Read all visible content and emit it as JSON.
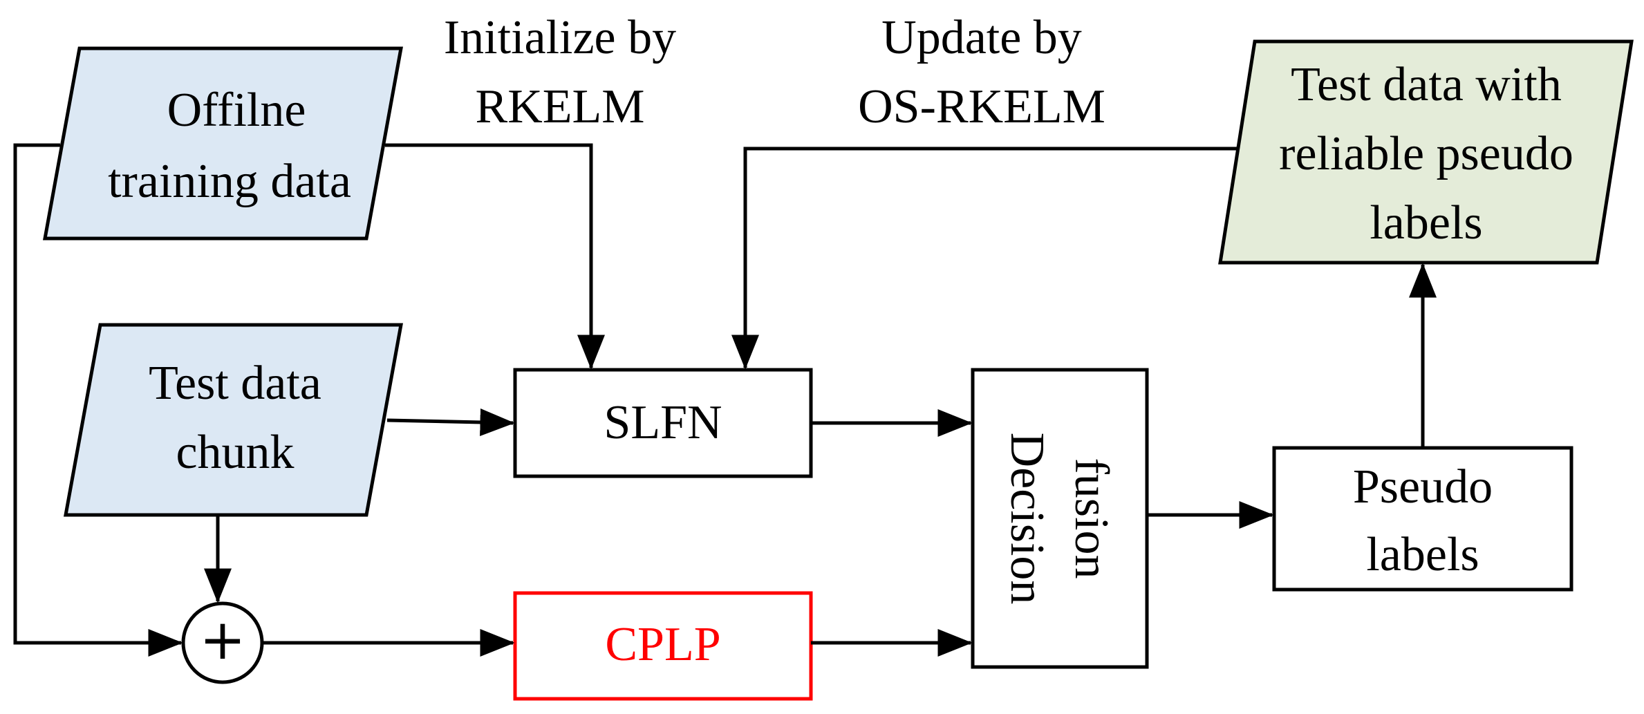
{
  "nodes": {
    "offline_line1": "Offilne",
    "offline_line2": "training data",
    "test_chunk_line1": "Test data",
    "test_chunk_line2": "chunk",
    "reliable_line1": "Test data with",
    "reliable_line2": "reliable pseudo",
    "reliable_line3": "labels",
    "slfn": "SLFN",
    "cplp": "CPLP",
    "decision_line1": "Decision",
    "decision_line2": "fusion",
    "pseudo_line1": "Pseudo",
    "pseudo_line2": "labels",
    "plus": "+"
  },
  "annotations": {
    "init_line1": "Initialize by",
    "init_line2": "RKELM",
    "update_line1": "Update by",
    "update_line2": "OS-RKELM"
  },
  "colors": {
    "input_fill": "#dce8f4",
    "output_fill": "#e4ecd9",
    "stroke": "#000000",
    "cplp_stroke": "#ff0000",
    "cplp_text": "#ff0000"
  }
}
